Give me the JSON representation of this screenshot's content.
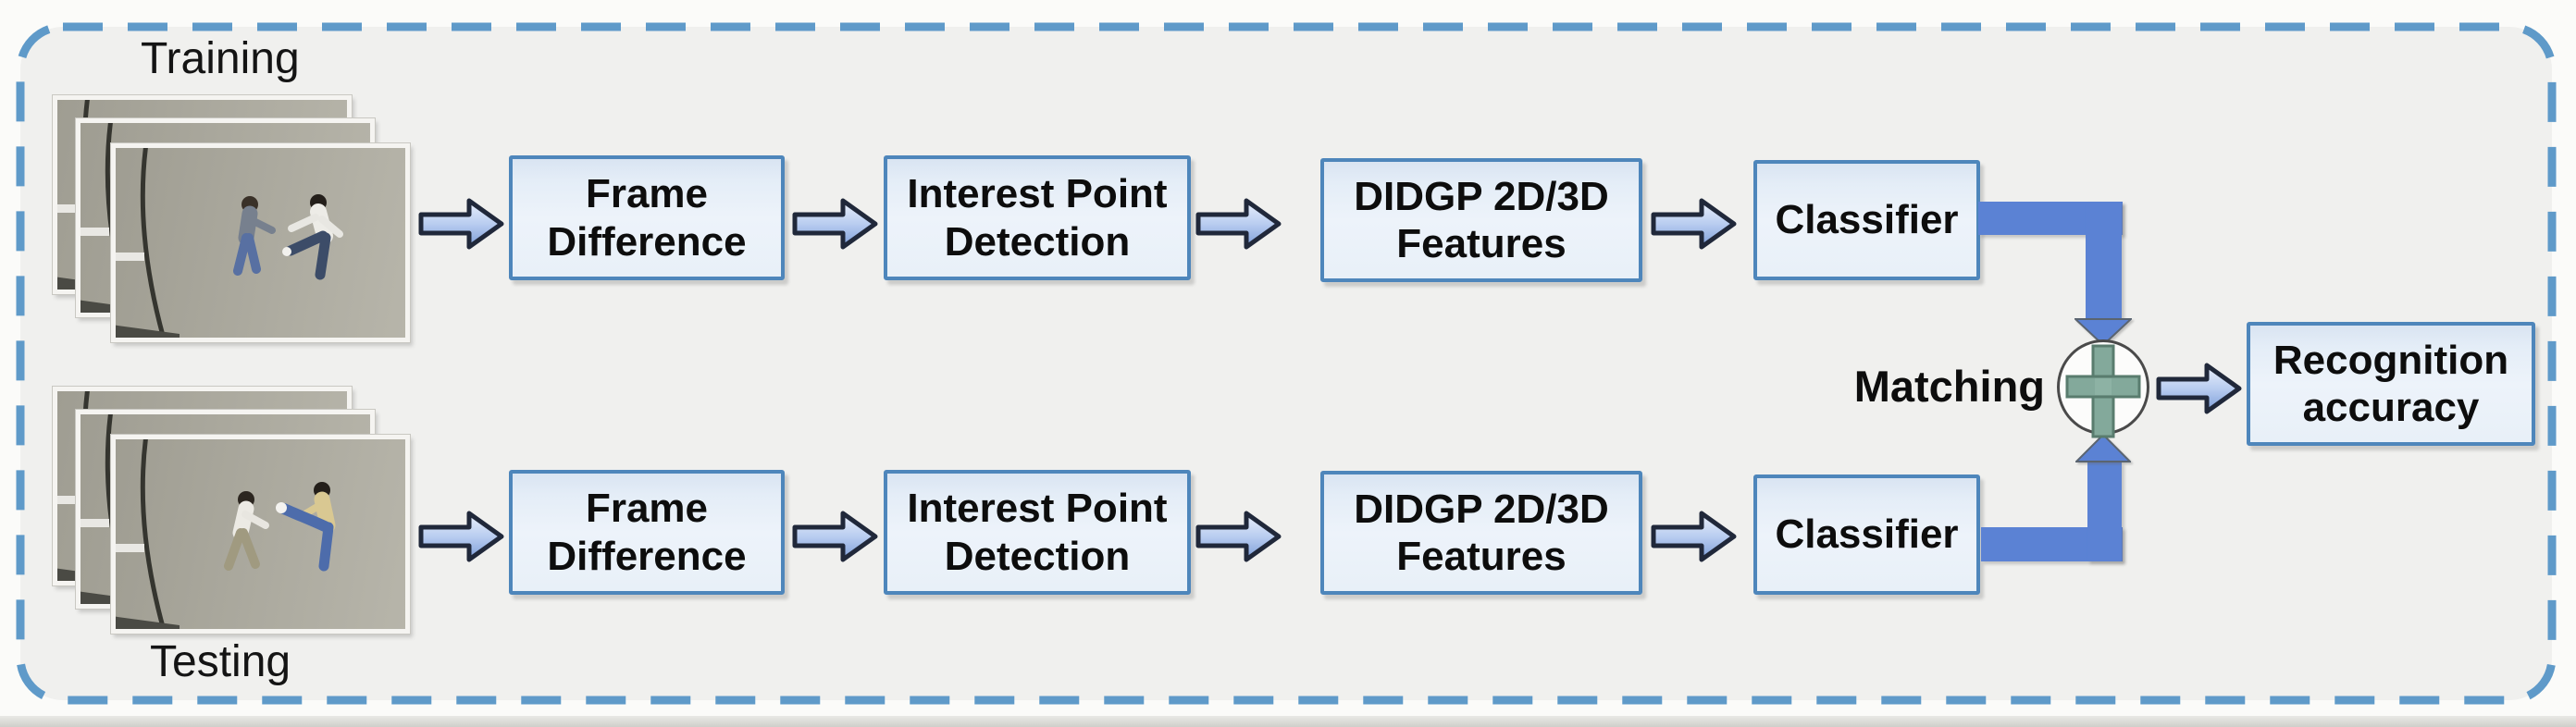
{
  "labels": {
    "training": "Training",
    "testing": "Testing",
    "matching": "Matching"
  },
  "stages": [
    {
      "lines": [
        "Frame",
        "Difference"
      ]
    },
    {
      "lines": [
        "Interest Point",
        "Detection"
      ]
    },
    {
      "lines": [
        "DIDGP 2D/3D",
        "Features"
      ]
    },
    {
      "lines": [
        "Classifier"
      ]
    }
  ],
  "output_box": {
    "lines": [
      "Recognition",
      "accuracy"
    ]
  },
  "colors": {
    "panel_background": "#f0f0ee",
    "dashed_border": "#5f9ac9",
    "box_border": "#4e86bb",
    "box_fill": "#eaf2fa",
    "arrow_outline": "#20283a",
    "arrow_fill": "#7d9ed9",
    "connector_fill": "#5b82d4",
    "plus_fill": "#83a99b",
    "plus_border": "#597c6e",
    "circle_border": "#4a4a4a",
    "text": "#0d0d0d"
  }
}
